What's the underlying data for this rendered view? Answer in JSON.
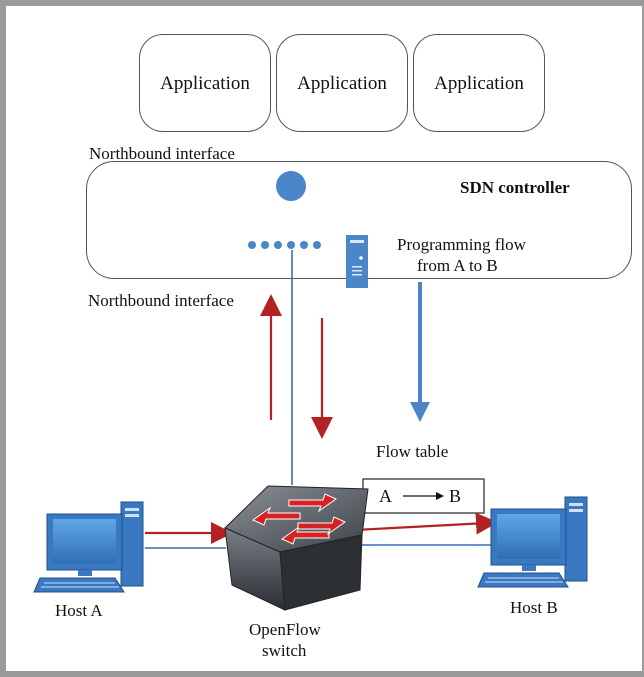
{
  "applications": [
    "Application",
    "Application",
    "Application"
  ],
  "northbound_top_label": "Northbound interface",
  "controller_label": "SDN controller",
  "programming_label_line1": "Programming flow",
  "programming_label_line2": "from A to B",
  "northbound_mid_label": "Northbound interface",
  "flow_table_label": "Flow table",
  "flow_table_from": "A",
  "flow_table_to": "B",
  "host_a_label": "Host A",
  "host_b_label": "Host B",
  "switch_label_line1": "OpenFlow",
  "switch_label_line2": "switch",
  "colors": {
    "blue": "#4a86c8",
    "red": "#b22222",
    "line_blue": "#3a6fb5"
  }
}
